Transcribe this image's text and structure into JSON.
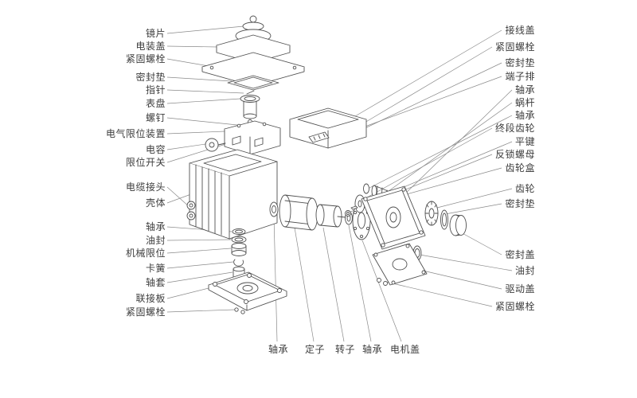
{
  "colors": {
    "background": "#ffffff",
    "artwork_line": "#4f4f4f",
    "leader_line": "#8a8a8a",
    "label_text": "#3d3d3d"
  },
  "diagram": {
    "type": "exploded-parts-diagram"
  },
  "labels": {
    "left": [
      "镜片",
      "电装盖",
      "紧固螺栓",
      "密封垫",
      "指针",
      "表盘",
      "螺钉",
      "电气限位装置",
      "电容",
      "限位开关",
      "电缆接头",
      "壳体",
      "轴承",
      "油封",
      "机械限位",
      "卡簧",
      "轴套",
      "联接板",
      "紧固螺栓"
    ],
    "right": [
      "接线盖",
      "紧固螺栓",
      "密封垫",
      "端子排",
      "轴承",
      "蜗杆",
      "轴承",
      "终段齿轮",
      "平键",
      "反锁螺母",
      "齿轮盒",
      "齿轮",
      "密封垫",
      "密封盖",
      "油封",
      "驱动盖",
      "紧固螺栓"
    ],
    "bottom": [
      "轴承",
      "定子",
      "转子",
      "轴承",
      "电机盖"
    ]
  }
}
